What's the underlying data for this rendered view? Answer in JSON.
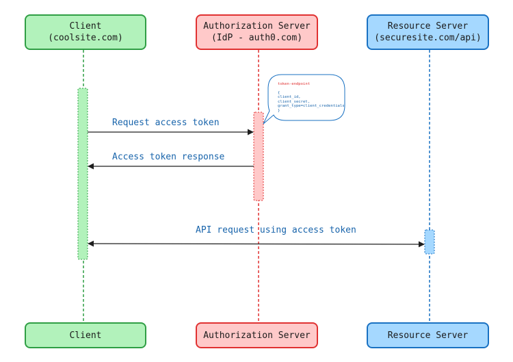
{
  "participants": {
    "client": {
      "title": "Client",
      "subtitle": "(coolsite.com)",
      "footer": "Client",
      "color": "#2f9e44",
      "fill": "#b2f2bb"
    },
    "auth": {
      "title": "Authorization Server",
      "subtitle": "(IdP - auth0.com)",
      "footer": "Authorization Server",
      "color": "#e03131",
      "fill": "#ffc9c9"
    },
    "resource": {
      "title": "Resource Server",
      "subtitle": "(securesite.com/api)",
      "footer": "Resource Server",
      "color": "#1971c2",
      "fill": "#a5d8ff"
    }
  },
  "messages": {
    "m1": "Request access token",
    "m2": "Access token response",
    "m3": "API request using access token"
  },
  "note": {
    "header": "token-endpoint",
    "body": "{\nclient_id,\nclient_secret,\ngrant_type=client_credentials\n}"
  }
}
